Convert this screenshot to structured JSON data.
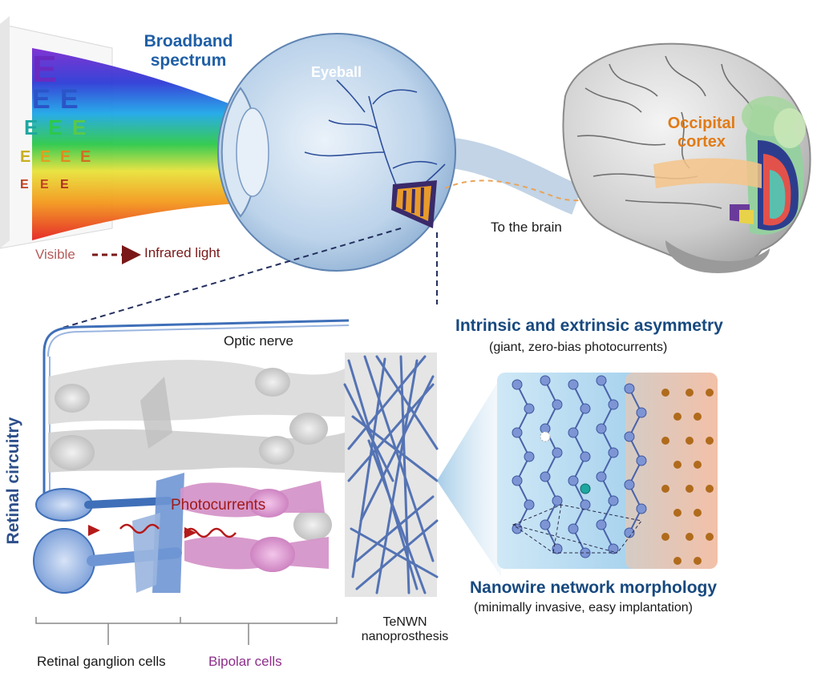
{
  "labels": {
    "broadband_line1": "Broadband",
    "broadband_line2": "spectrum",
    "eyeball": "Eyeball",
    "occipital_line1": "Occipital",
    "occipital_line2": "cortex",
    "to_brain": "To the brain",
    "visible": "Visible",
    "infrared": "Infrared light",
    "asymmetry_title": "Intrinsic and extrinsic asymmetry",
    "asymmetry_sub": "(giant, zero-bias photocurrents)",
    "optic_nerve": "Optic nerve",
    "retinal_circuitry": "Retinal circuitry",
    "photocurrents": "Photocurrents",
    "morphology_title": "Nanowire network morphology",
    "morphology_sub": "(minimally invasive, easy implantation)",
    "tenwn_line1": "TeNWN",
    "tenwn_line2": "nanoprosthesis",
    "ganglion": "Retinal ganglion cells",
    "bipolar": "Bipolar cells"
  },
  "eye_chart": {
    "letters": [
      "E",
      "E",
      "E",
      "E",
      "E",
      "E",
      "E",
      "E",
      "E",
      "E",
      "E",
      "E",
      "E"
    ]
  },
  "colors": {
    "title_blue": "#1f5fa6",
    "occipital_orange": "#e07b17",
    "visible_red": "#b55a5a",
    "infrared_dark": "#7a1818",
    "bipolar_purple": "#8e2f8a",
    "ganglion_blue": "#3f6fb8"
  }
}
